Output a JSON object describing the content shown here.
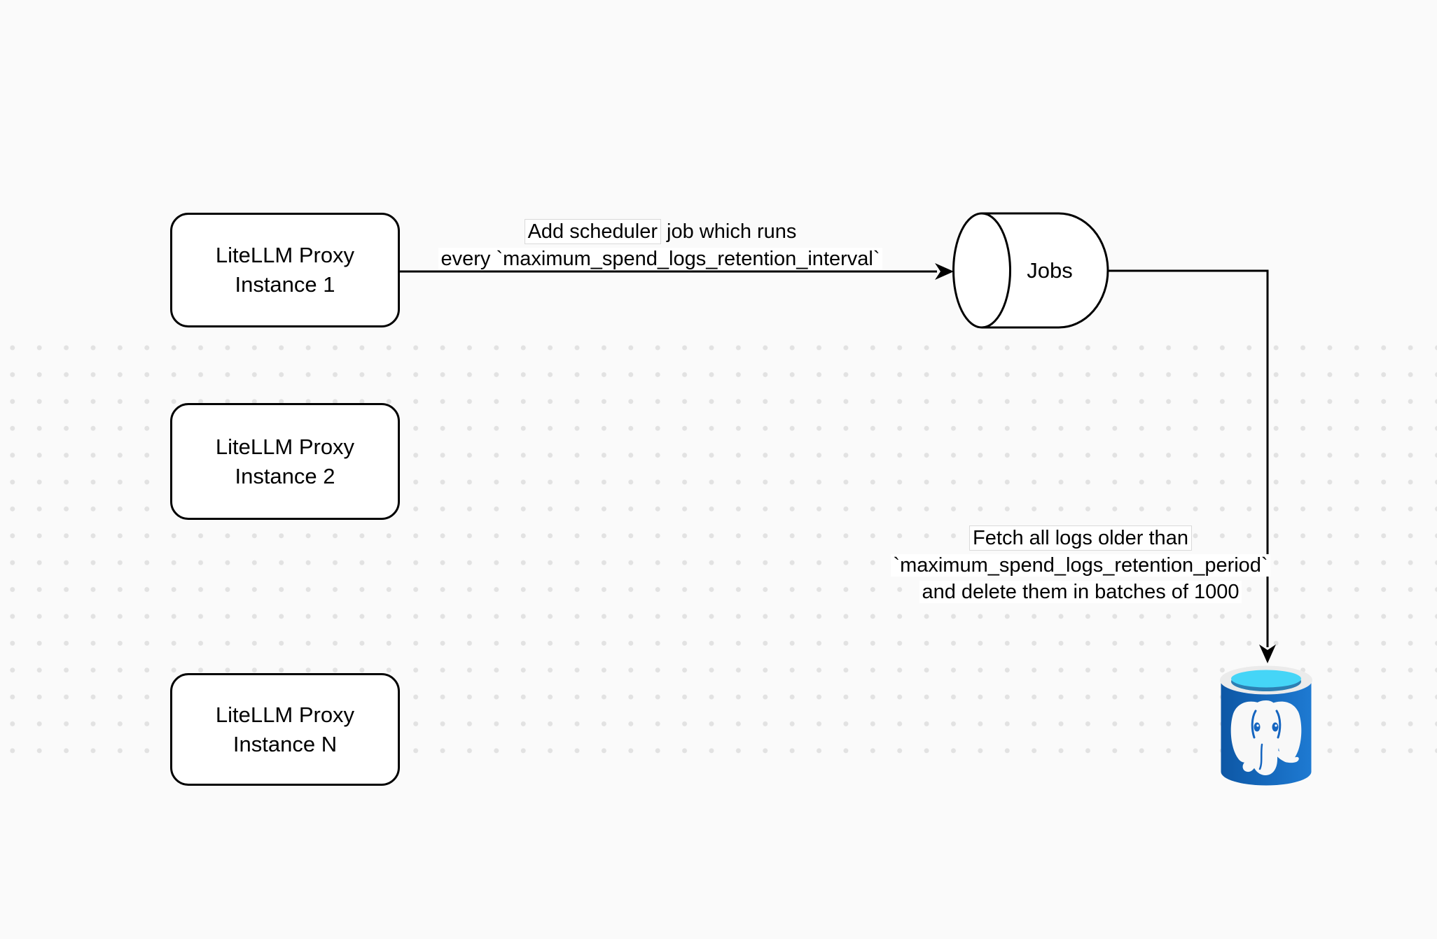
{
  "colors": {
    "canvas-bg": "#fafafa",
    "dot": "#e2e2e2",
    "stroke": "#000000",
    "node-fill": "#ffffff",
    "postgres-blue": "#1565c0",
    "postgres-blue-dark": "#0d57a5",
    "postgres-blue-light": "#1e7ad2",
    "postgres-rim": "#ebebeb",
    "postgres-cyan": "#45d5f7",
    "postgres-teal": "#2c7fb3",
    "elephant-white": "#f8f8f8"
  },
  "nodes": {
    "instance1": {
      "line1": "LiteLLM Proxy",
      "line2": "Instance 1"
    },
    "instance2": {
      "line1": "LiteLLM Proxy",
      "line2": "Instance 2"
    },
    "instanceN": {
      "line1": "LiteLLM Proxy",
      "line2": "Instance N"
    },
    "jobs": {
      "label": "Jobs"
    },
    "postgres": {
      "name": "PostgreSQL database"
    }
  },
  "edges": {
    "scheduler": {
      "line1_boxed": "Add scheduler",
      "line1_rest": "job which runs",
      "line2": "every `maximum_spend_logs_retention_interval`"
    },
    "fetch": {
      "line1": "Fetch all logs older than",
      "line2": "`maximum_spend_logs_retention_period`",
      "line3": "and delete them in batches of 1000"
    }
  }
}
